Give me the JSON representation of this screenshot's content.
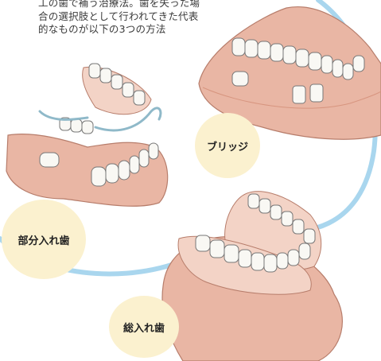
{
  "intro": {
    "line1": "工の歯で補う治療法。歯を失った場",
    "line2": "合の選択肢として行われてきた代表",
    "line3": "的なものが以下の3つの方法"
  },
  "labels": {
    "bridge": "ブリッジ",
    "partial_denture": "部分入れ歯",
    "full_denture": "総入れ歯"
  },
  "colors": {
    "gum": "#e9b6a4",
    "gum_dark": "#d7957f",
    "tooth": "#f9f8f4",
    "arc": "#a9d6ee",
    "label_bg": "#fbf1cf",
    "clasp": "#8fb9c9"
  }
}
